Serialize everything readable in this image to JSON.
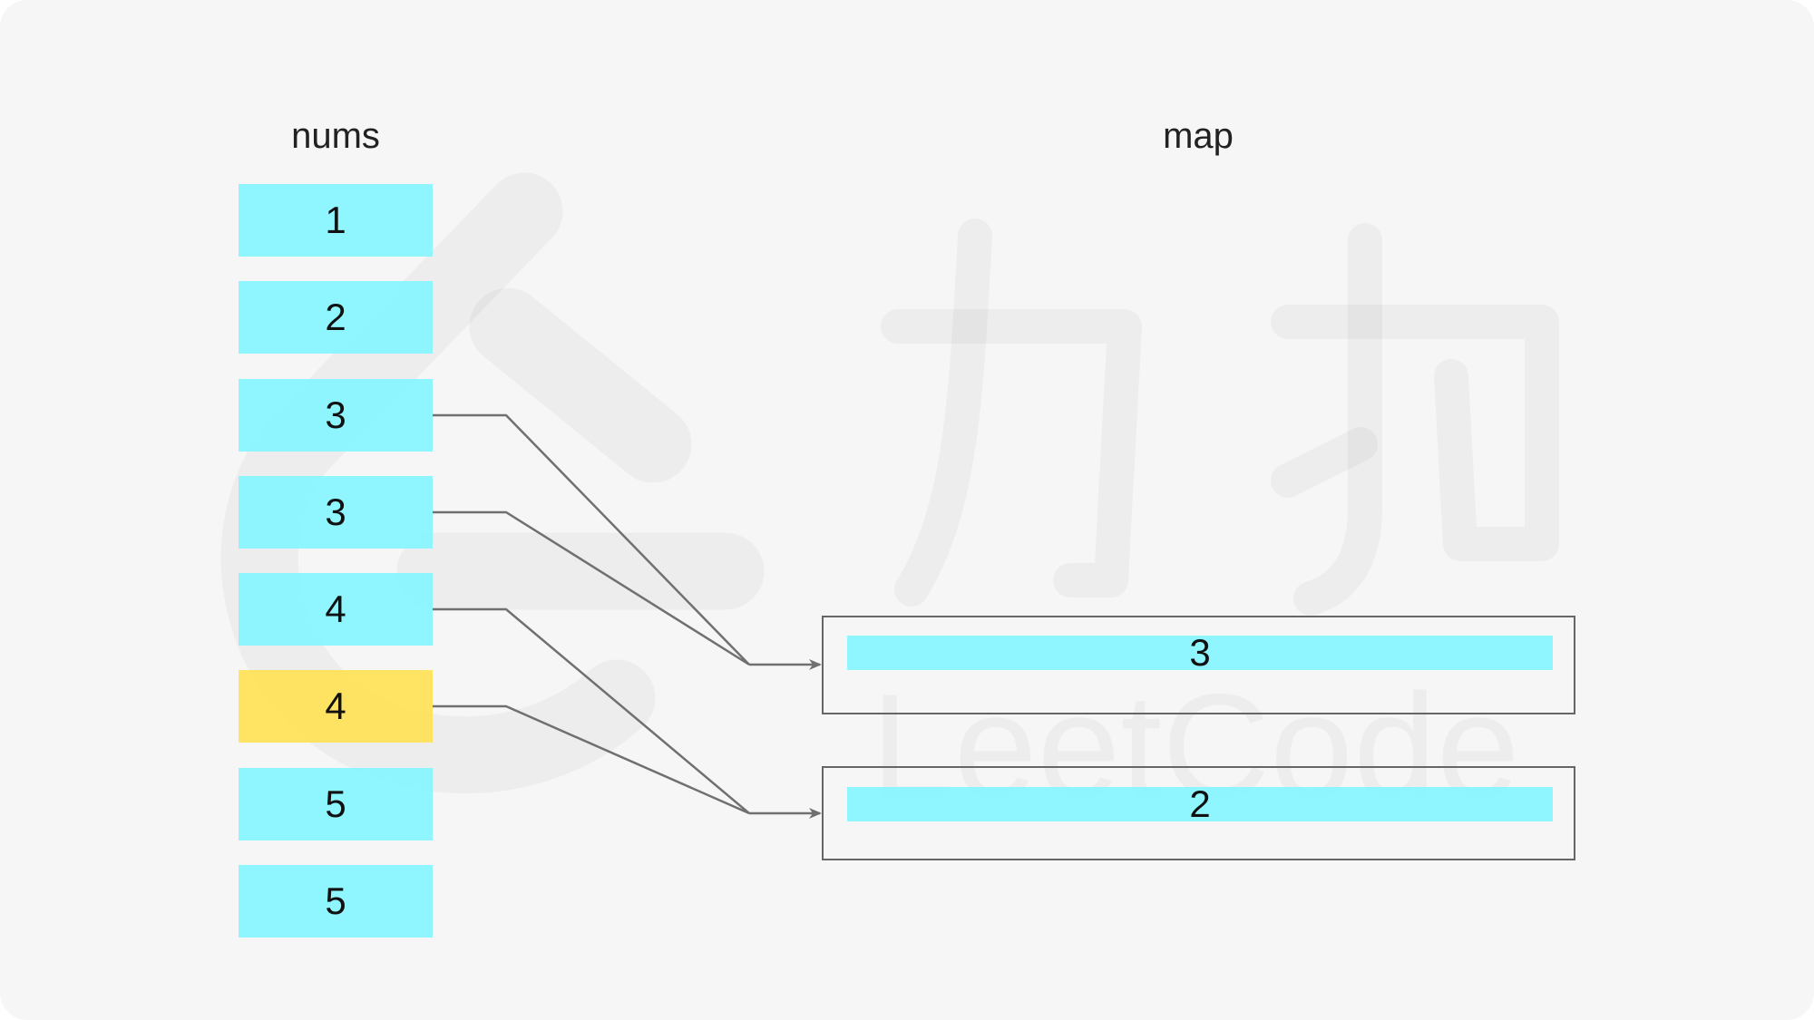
{
  "titles": {
    "nums": "nums",
    "map": "map"
  },
  "nums": [
    "1",
    "2",
    "3",
    "3",
    "4",
    "4",
    "5",
    "5"
  ],
  "highlighted_index": 5,
  "map_entries": [
    {
      "value": "3",
      "sources": [
        2,
        3
      ]
    },
    {
      "value": "2",
      "sources": [
        4,
        5
      ]
    }
  ],
  "watermark": {
    "logo_text": "力扣",
    "brand_text": "LeetCode"
  },
  "colors": {
    "background": "#f6f6f6",
    "cell": "#7cf5ff",
    "highlight": "#ffe15a",
    "line": "#707070",
    "border": "#666666"
  }
}
